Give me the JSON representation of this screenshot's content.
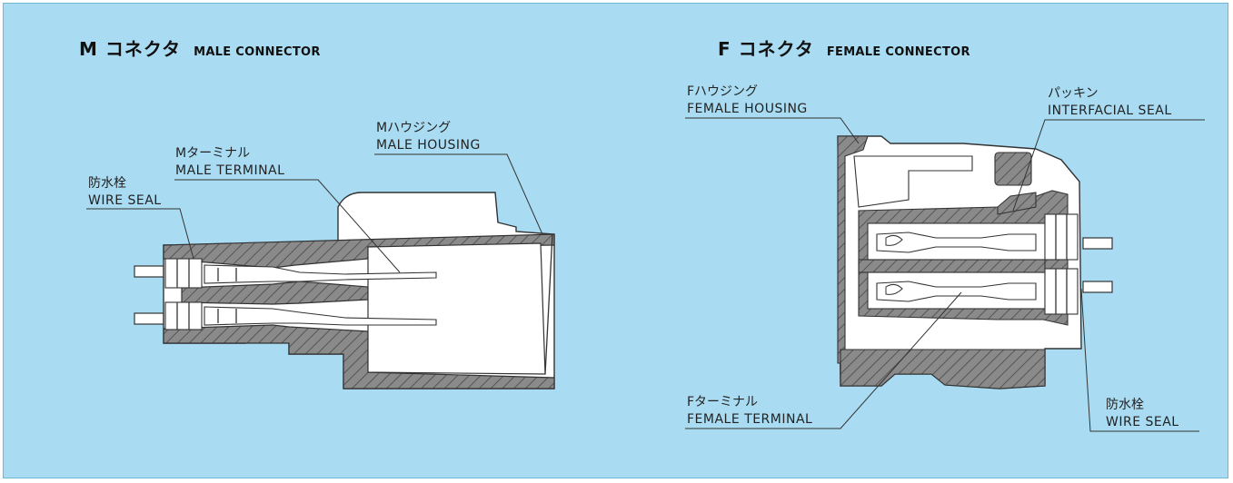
{
  "male": {
    "title_jp": "M コネクタ",
    "title_en": "MALE CONNECTOR",
    "labels": {
      "wire_seal_jp": "防水栓",
      "wire_seal_en": "WIRE SEAL",
      "terminal_jp": "Mターミナル",
      "terminal_en": "MALE TERMINAL",
      "housing_jp": "Mハウジング",
      "housing_en": "MALE HOUSING"
    }
  },
  "female": {
    "title_jp": "F コネクタ",
    "title_en": "FEMALE CONNECTOR",
    "labels": {
      "housing_jp": "Fハウジング",
      "housing_en": "FEMALE HOUSING",
      "seal_jp": "パッキン",
      "seal_en": "INTERFACIAL SEAL",
      "terminal_jp": "Fターミナル",
      "terminal_en": "FEMALE TERMINAL",
      "wire_seal_jp": "防水栓",
      "wire_seal_en": "WIRE SEAL"
    }
  },
  "colors": {
    "background": "#a9dcf2",
    "section_fill": "#7d7d7d",
    "part_fill": "#ffffff",
    "line": "#333333"
  }
}
